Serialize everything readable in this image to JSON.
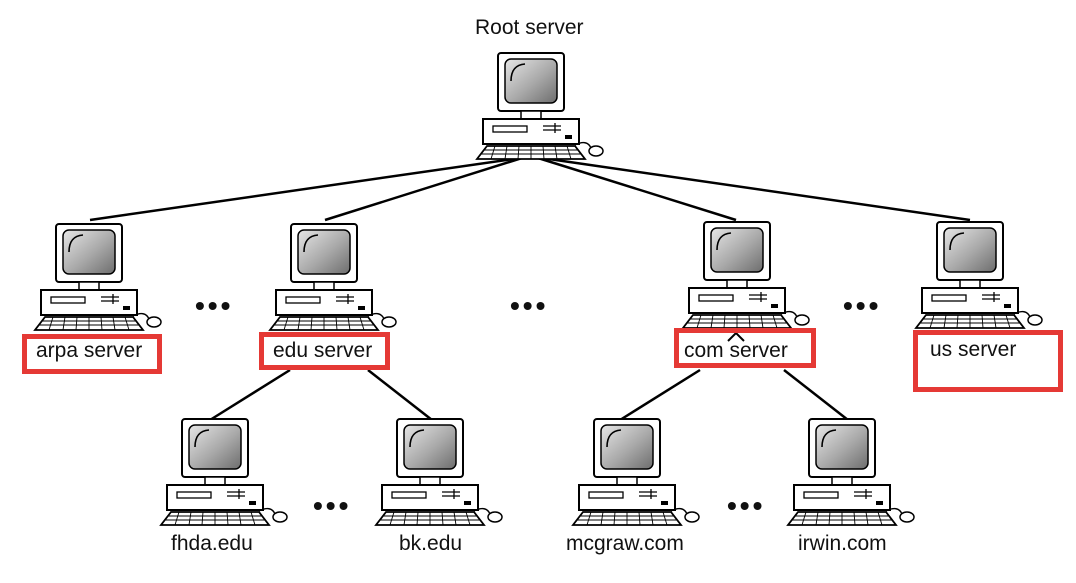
{
  "root": {
    "label": "Root server"
  },
  "level1": [
    {
      "label": "arpa server",
      "highlighted": true
    },
    {
      "label": "edu server",
      "highlighted": true
    },
    {
      "label": "com server",
      "highlighted": true
    },
    {
      "label": "us server",
      "highlighted": true
    }
  ],
  "level2": [
    {
      "label": "fhda.edu",
      "parent": "edu server"
    },
    {
      "label": "bk.edu",
      "parent": "edu server"
    },
    {
      "label": "mcgraw.com",
      "parent": "com server"
    },
    {
      "label": "irwin.com",
      "parent": "com server"
    }
  ],
  "ellipsis": "•••",
  "colors": {
    "highlight": "#e53935",
    "line": "#000000",
    "screen": "#9e9e9e"
  },
  "icons": {
    "node": "desktop-computer-icon"
  }
}
